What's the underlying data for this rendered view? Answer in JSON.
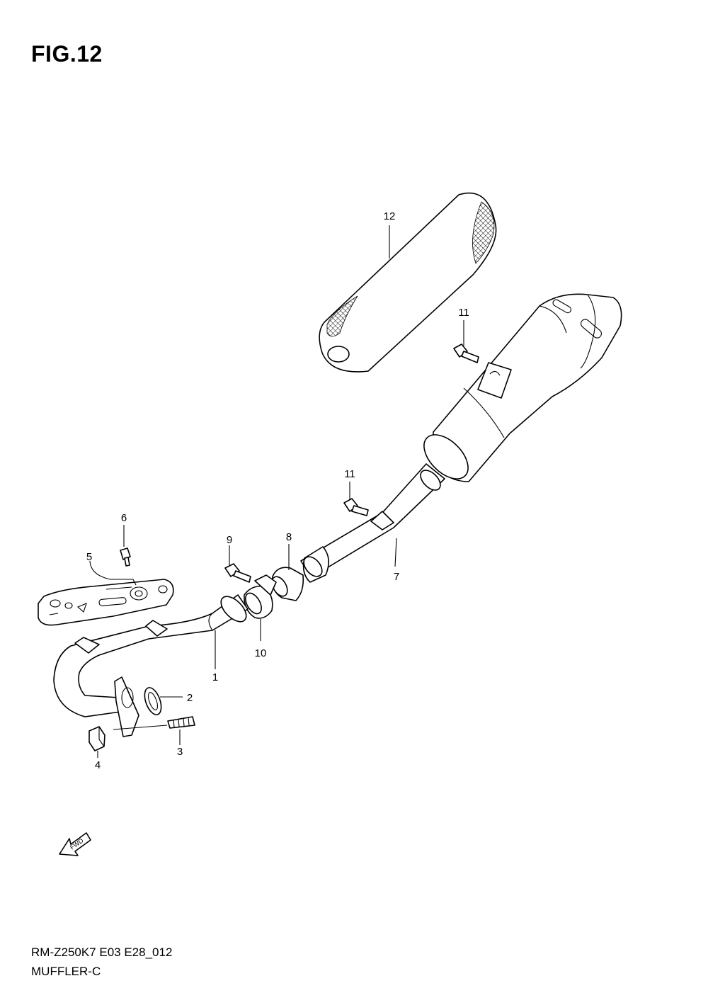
{
  "figure": {
    "title": "FIG.12",
    "code": "RM-Z250K7 E03 E28_012",
    "name": "MUFFLER-C"
  },
  "fwd_arrow": {
    "label": "FWD",
    "icon": "fwd-arrow-icon"
  },
  "callouts": {
    "c1": "1",
    "c2": "2",
    "c3": "3",
    "c4": "4",
    "c5": "5",
    "c6": "6",
    "c7": "7",
    "c8": "8",
    "c9": "9",
    "c10": "10",
    "c11a": "11",
    "c11b": "11",
    "c12": "12"
  }
}
